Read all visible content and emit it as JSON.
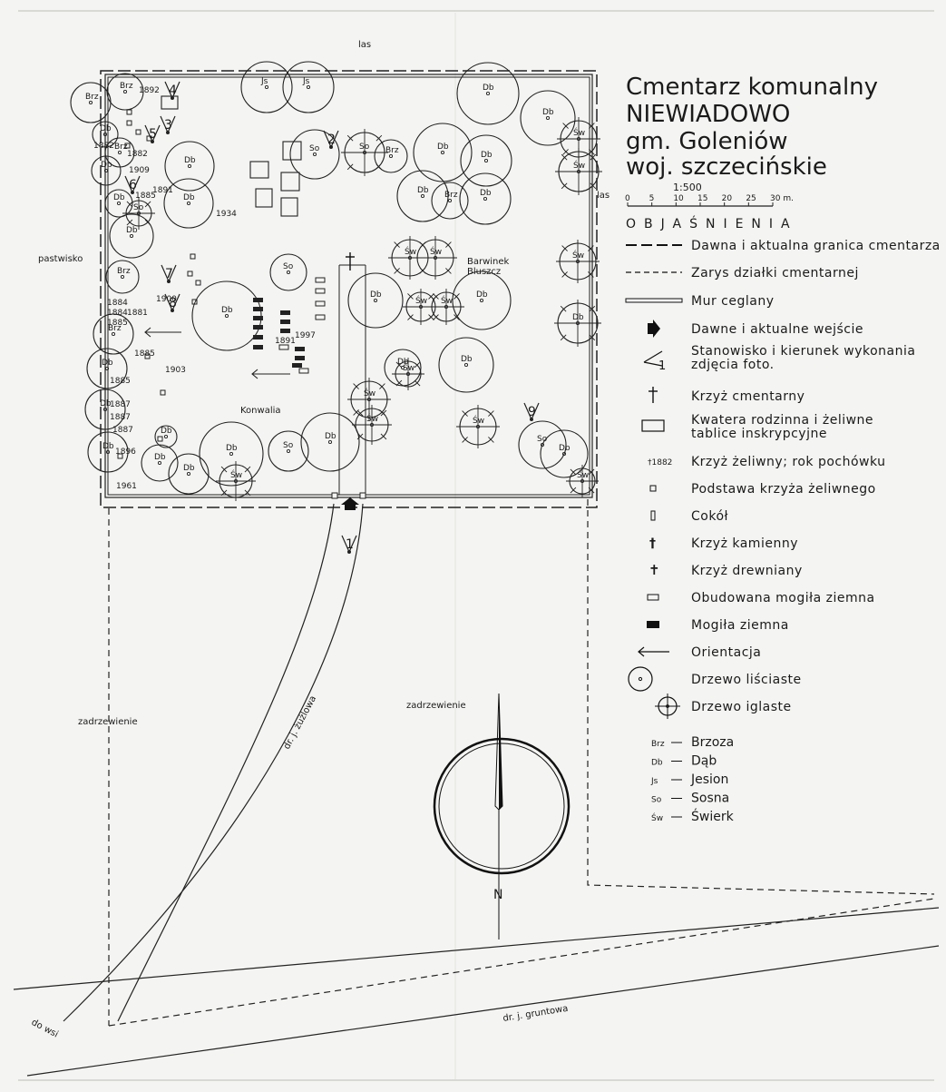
{
  "title": {
    "line1": "Cmentarz komunalny",
    "line2": "NIEWIADOWO",
    "line3": "gm. Goleniów",
    "line4": "woj. szczecińskie"
  },
  "scale": {
    "ratio": "1:500",
    "ticks": [
      "0",
      "5",
      "10",
      "15",
      "20",
      "25",
      "30 m."
    ]
  },
  "legend": {
    "heading": "OBJAŚNIENIA",
    "items": [
      {
        "symbol": "long-dash-line",
        "label": "Dawna i aktualna granica cmentarza"
      },
      {
        "symbol": "short-dash-line",
        "label": "Zarys działki cmentarnej"
      },
      {
        "symbol": "brick-wall",
        "label": "Mur ceglany"
      },
      {
        "symbol": "entrance-arrow",
        "label": "Dawne i aktualne wejście"
      },
      {
        "symbol": "photo-station",
        "label": "Stanowisko i kierunek wykonania zdjęcia foto."
      },
      {
        "symbol": "cemetery-cross",
        "label": "Krzyż cmentarny"
      },
      {
        "symbol": "family-plot",
        "label": "Kwatera rodzinna i żeliwne tablice inskrypcyjne"
      },
      {
        "symbol": "cast-iron-cross",
        "label": "Krzyż żeliwny; rok pochówku",
        "sample_year": "1882"
      },
      {
        "symbol": "cross-base",
        "label": "Podstawa krzyża żeliwnego"
      },
      {
        "symbol": "plinth",
        "label": "Cokół"
      },
      {
        "symbol": "stone-cross",
        "label": "Krzyż kamienny"
      },
      {
        "symbol": "wooden-cross",
        "label": "Krzyż drewniany"
      },
      {
        "symbol": "framed-grave",
        "label": "Obudowana mogiła ziemna"
      },
      {
        "symbol": "earth-grave",
        "label": "Mogiła ziemna"
      },
      {
        "symbol": "orientation-arrow",
        "label": "Orientacja"
      },
      {
        "symbol": "deciduous-tree",
        "label": "Drzewo liściaste"
      },
      {
        "symbol": "conifer-tree",
        "label": "Drzewo iglaste"
      }
    ],
    "species": [
      {
        "abbr": "Brz",
        "name": "Brzoza"
      },
      {
        "abbr": "Db",
        "name": "Dąb"
      },
      {
        "abbr": "Js",
        "name": "Jesion"
      },
      {
        "abbr": "So",
        "name": "Sosna"
      },
      {
        "abbr": "Św",
        "name": "Świerk"
      }
    ]
  },
  "map_labels": {
    "las_top": "las",
    "las_right": "las",
    "pastwisko": "pastwisko",
    "zadrzewienie_left": "zadrzewienie",
    "zadrzewienie_center": "zadrzewienie",
    "konwalia": "Konwalia",
    "barwinek": "Barwinek",
    "bluszcz": "Bluszcz",
    "road_gravel": "dr. j. żużlowa",
    "road_dirt": "dr. j. gruntowa",
    "do_wsi": "do wsi",
    "north": "N"
  },
  "photo_stations": [
    "1",
    "2",
    "3",
    "4",
    "5",
    "6",
    "7",
    "8",
    "9"
  ],
  "years": [
    "1892",
    "1882",
    "1882",
    "1909",
    "1891",
    "1885",
    "1934",
    "1900",
    "1884",
    "1884",
    "1881",
    "1885",
    "1885",
    "1903",
    "1885",
    "1887",
    "1887",
    "1887",
    "1896",
    "1961",
    "1997",
    "1891"
  ],
  "trees": [
    {
      "sp": "Brz"
    },
    {
      "sp": "Brz"
    },
    {
      "sp": "Db"
    },
    {
      "sp": "Db"
    },
    {
      "sp": "Js"
    },
    {
      "sp": "Js"
    },
    {
      "sp": "Db"
    },
    {
      "sp": "Brz"
    },
    {
      "sp": "Db"
    },
    {
      "sp": "Św"
    },
    {
      "sp": "Św"
    },
    {
      "sp": "So"
    },
    {
      "sp": "So"
    },
    {
      "sp": "Brz"
    },
    {
      "sp": "Db"
    },
    {
      "sp": "Db"
    },
    {
      "sp": "Db"
    },
    {
      "sp": "Db"
    },
    {
      "sp": "Brz"
    },
    {
      "sp": "Db"
    },
    {
      "sp": "Db"
    },
    {
      "sp": "So"
    },
    {
      "sp": "Db"
    },
    {
      "sp": "Brz"
    },
    {
      "sp": "So"
    },
    {
      "sp": "Db"
    },
    {
      "sp": "Św"
    },
    {
      "sp": "Św"
    },
    {
      "sp": "Db"
    },
    {
      "sp": "Św"
    },
    {
      "sp": "Św"
    },
    {
      "sp": "Db"
    },
    {
      "sp": "Db"
    },
    {
      "sp": "Brz"
    },
    {
      "sp": "Db"
    },
    {
      "sp": "Db"
    },
    {
      "sp": "Db"
    },
    {
      "sp": "Db"
    },
    {
      "sp": "So"
    },
    {
      "sp": "Db"
    },
    {
      "sp": "Św"
    },
    {
      "sp": "Św"
    },
    {
      "sp": "Db"
    },
    {
      "sp": "Św"
    },
    {
      "sp": "Św"
    },
    {
      "sp": "Św"
    },
    {
      "sp": "Db"
    },
    {
      "sp": "So"
    },
    {
      "sp": "Db"
    },
    {
      "sp": "Db"
    },
    {
      "sp": "Db"
    },
    {
      "sp": "Db"
    },
    {
      "sp": "Św"
    },
    {
      "sp": "Db"
    },
    {
      "sp": "Św"
    }
  ]
}
